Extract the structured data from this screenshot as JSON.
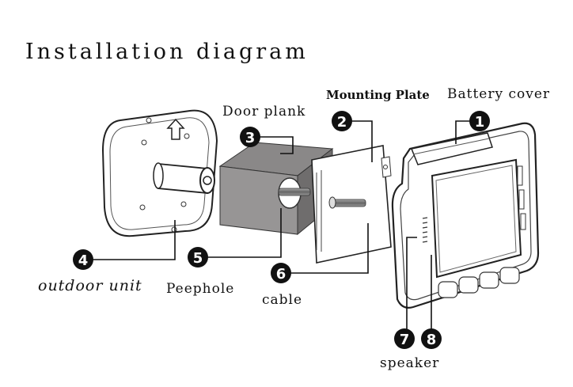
{
  "title": "Installation diagram",
  "labels": {
    "battery_cover": "Battery cover",
    "mounting_plate": "Mounting Plate",
    "door_plank": "Door plank",
    "outdoor_unit": "outdoor unit",
    "peephole": "Peephole",
    "cable": "cable",
    "speaker": "speaker"
  },
  "markers": [
    "1",
    "2",
    "3",
    "4",
    "5",
    "6",
    "7",
    "8"
  ]
}
